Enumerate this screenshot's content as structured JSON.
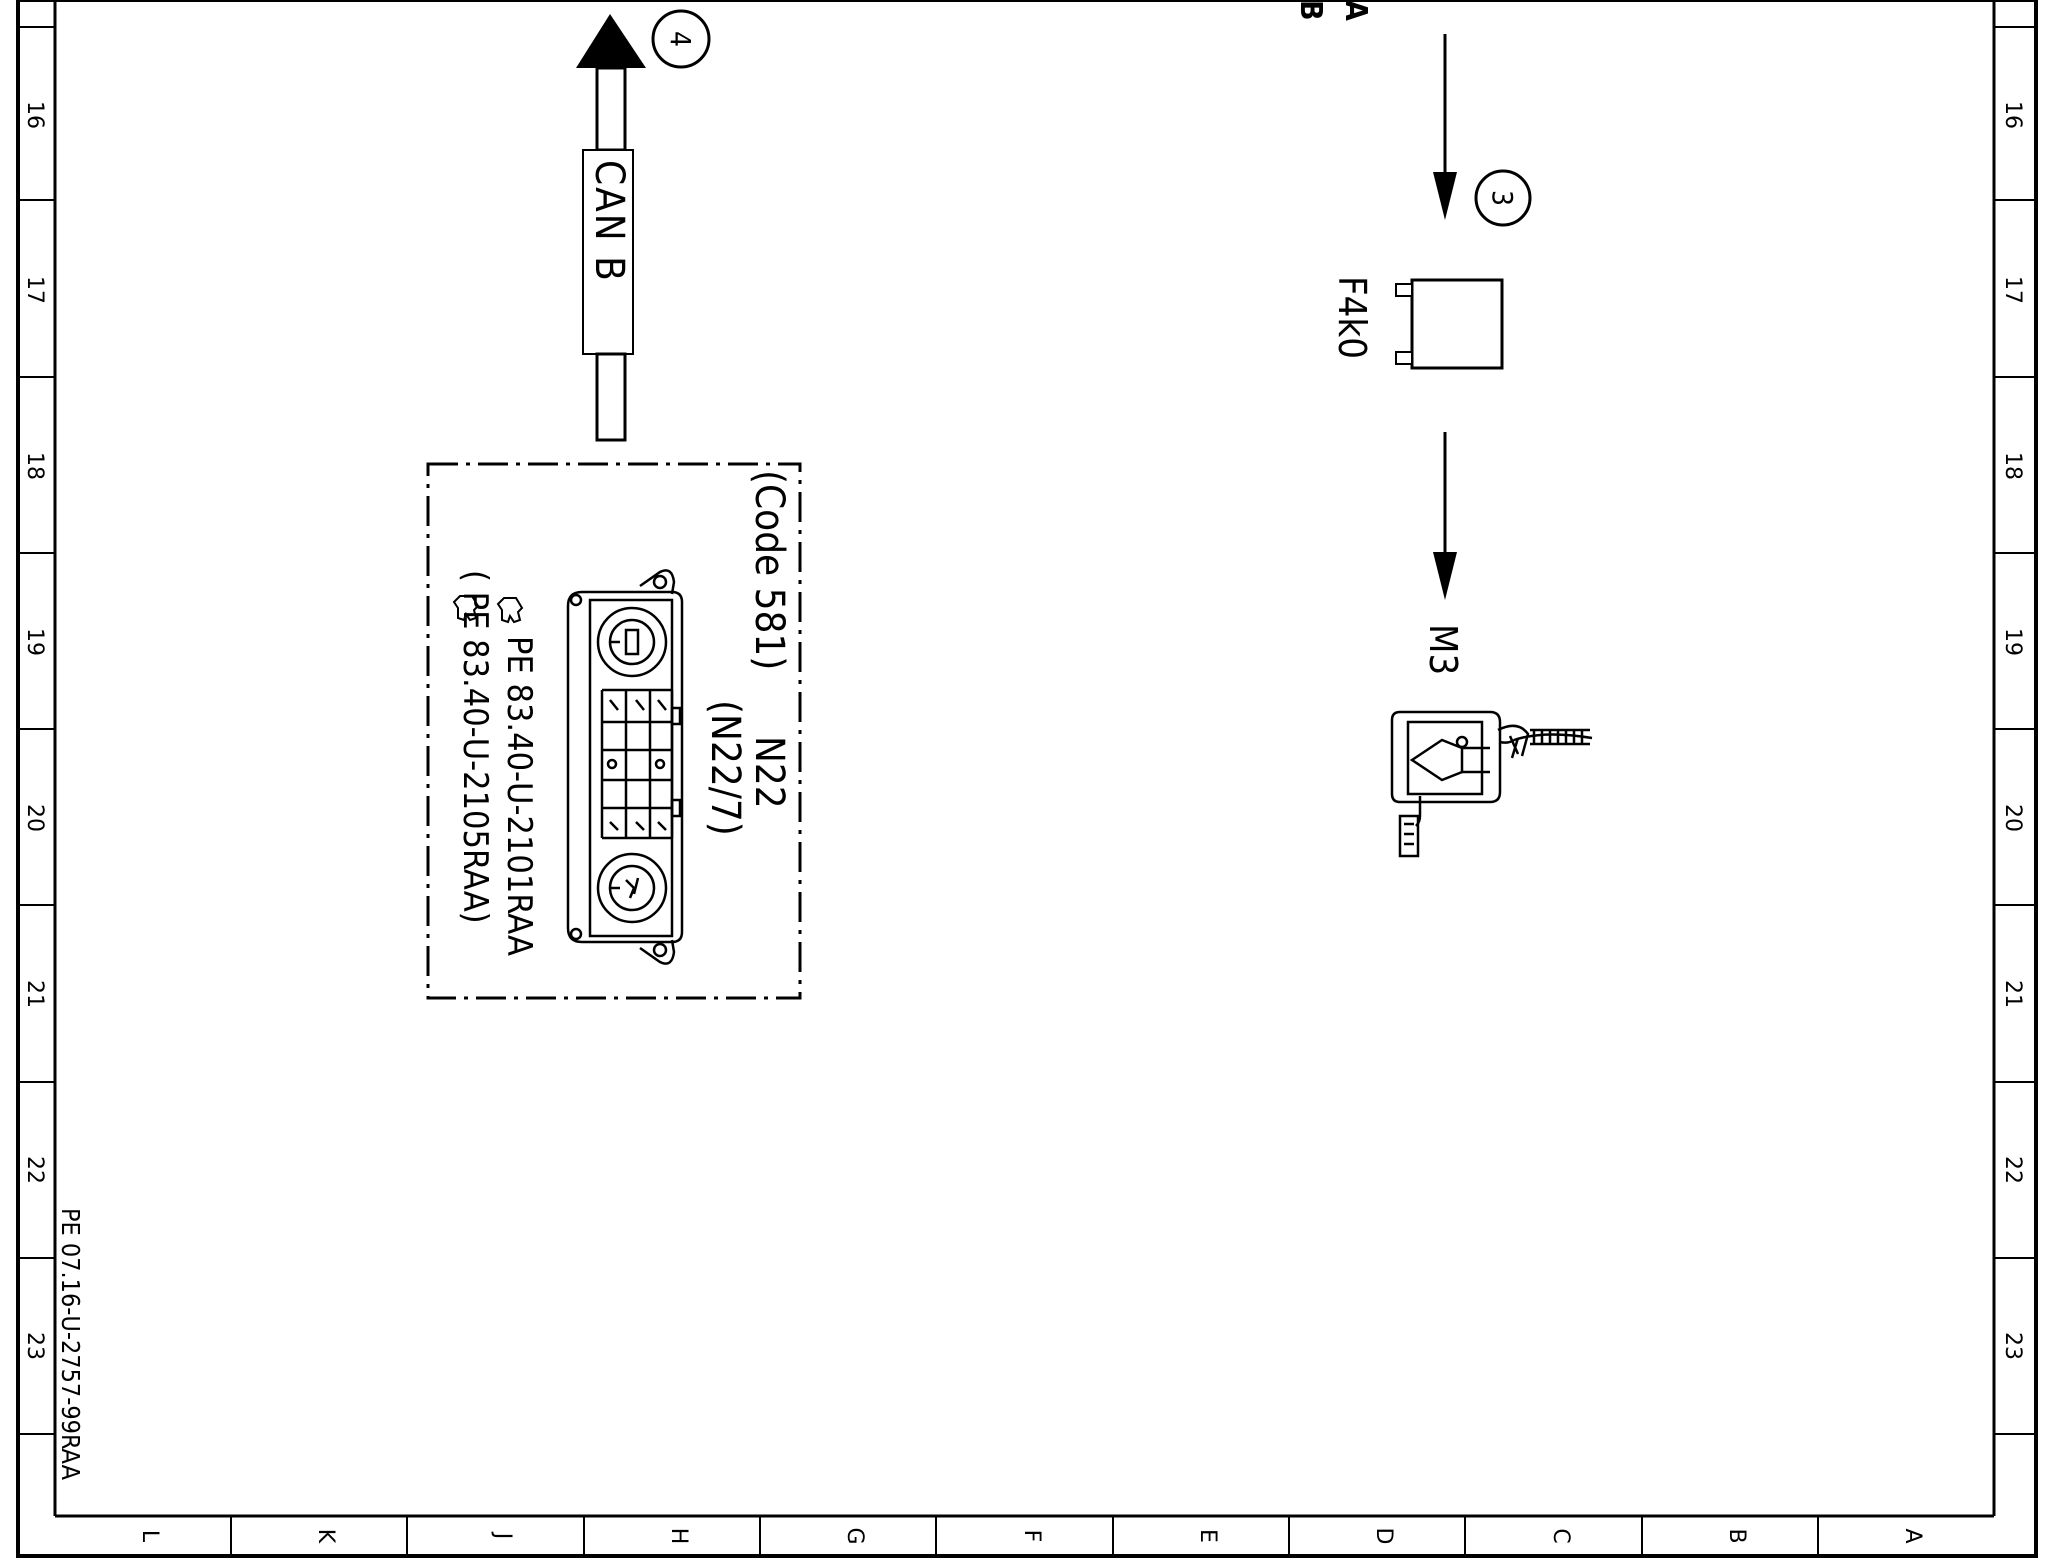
{
  "frame": {
    "row_numbers": [
      "16",
      "17",
      "18",
      "19",
      "20",
      "21",
      "22",
      "23"
    ],
    "column_letters": [
      "L",
      "K",
      "J",
      "H",
      "G",
      "F",
      "E",
      "D",
      "C",
      "B",
      "A"
    ]
  },
  "top_partial_labels": [
    "A",
    "B"
  ],
  "can_bus": {
    "label": "CAN B",
    "reference_number": "4"
  },
  "fuse": {
    "reference_number": "3",
    "designation": "F4k0"
  },
  "motor": {
    "designation": "M3"
  },
  "control_unit": {
    "designation": "N22",
    "designation_detail": "(N22/7)",
    "code": "(Code 581)",
    "ref_primary": "PE 83.40-U-2101RAA",
    "ref_secondary": "( PE 83.40-U-2105RAA)"
  },
  "drawing_number": "PE 07.16-U-2757-99RAA"
}
